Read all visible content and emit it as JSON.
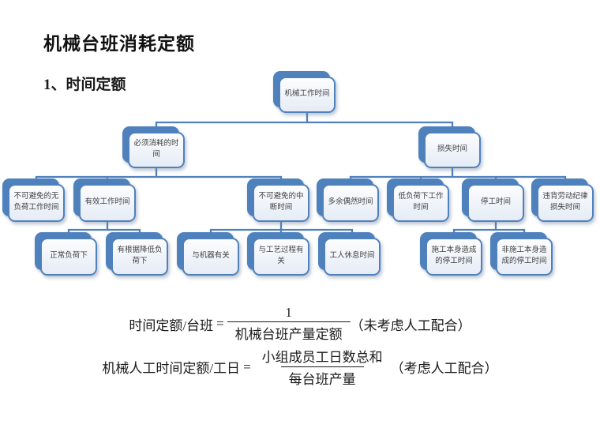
{
  "slide": {
    "title": "机械台班消耗定额",
    "subtitle": "1、时间定额"
  },
  "diagram": {
    "accent_color": "#4f81bd",
    "node_fill": "#eef2f9",
    "text_color": "#3f3f3f",
    "nodes": [
      {
        "label": "机械工作时间"
      },
      {
        "label": "必须消耗的时间"
      },
      {
        "label": "损失时间"
      },
      {
        "label": "不可避免的无负荷工作时间"
      },
      {
        "label": "有效工作时间"
      },
      {
        "label": "不可避免的中断时间"
      },
      {
        "label": "多余偶然时间"
      },
      {
        "label": "低负荷下工作时间"
      },
      {
        "label": "停工时间"
      },
      {
        "label": "违背劳动纪律损失时间"
      },
      {
        "label": "正常负荷下"
      },
      {
        "label": "有根据降低负荷下"
      },
      {
        "label": "与机器有关"
      },
      {
        "label": "与工艺过程有关"
      },
      {
        "label": "工人休息时间"
      },
      {
        "label": "施工本身造成的停工时间"
      },
      {
        "label": "非施工本身造成的停工时间"
      }
    ]
  },
  "formulas": [
    {
      "lhs": "时间定额/台班",
      "eq": "=",
      "numerator": "1",
      "denominator": "机械台班产量定额",
      "note": "（未考虑人工配合）"
    },
    {
      "lhs": "机械人工时间定额/工日",
      "eq": "=",
      "numerator": "小组成员工日数总和",
      "denominator": "每台班产量",
      "note": "（考虑人工配合）"
    }
  ]
}
